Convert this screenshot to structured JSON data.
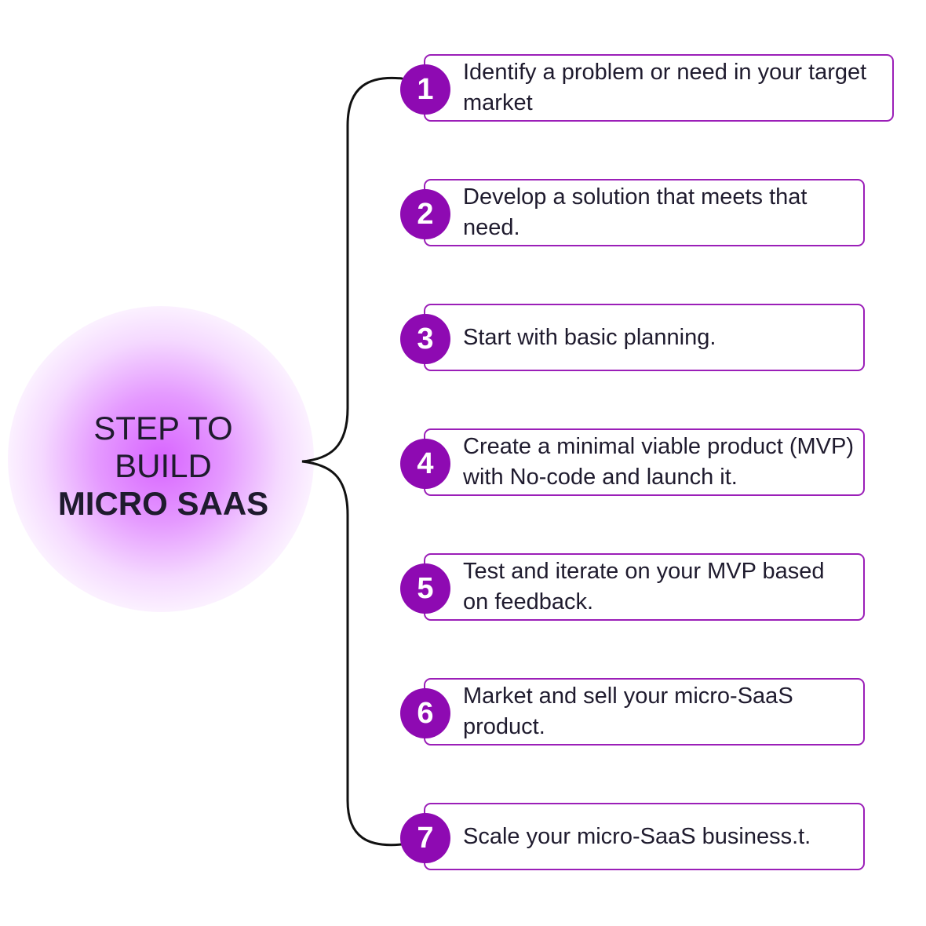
{
  "title": {
    "line1": "STEP TO",
    "line2": "BUILD",
    "line3": "MICRO SAAS"
  },
  "steps": [
    {
      "number": "1",
      "text": "Identify a problem or need in your target market"
    },
    {
      "number": "2",
      "text": "Develop a solution that meets that need."
    },
    {
      "number": "3",
      "text": "Start with basic planning."
    },
    {
      "number": "4",
      "text": "Create a minimal viable product (MVP) with No-code and launch it."
    },
    {
      "number": "5",
      "text": "Test and iterate on your MVP based on feedback."
    },
    {
      "number": "6",
      "text": "Market and sell your micro-SaaS product."
    },
    {
      "number": "7",
      "text": "Scale your micro-SaaS business.t."
    }
  ],
  "colors": {
    "accent": "#8e0ab2",
    "border": "#9b1fb8",
    "text": "#1f1b2e",
    "glow": "#d65cff"
  }
}
